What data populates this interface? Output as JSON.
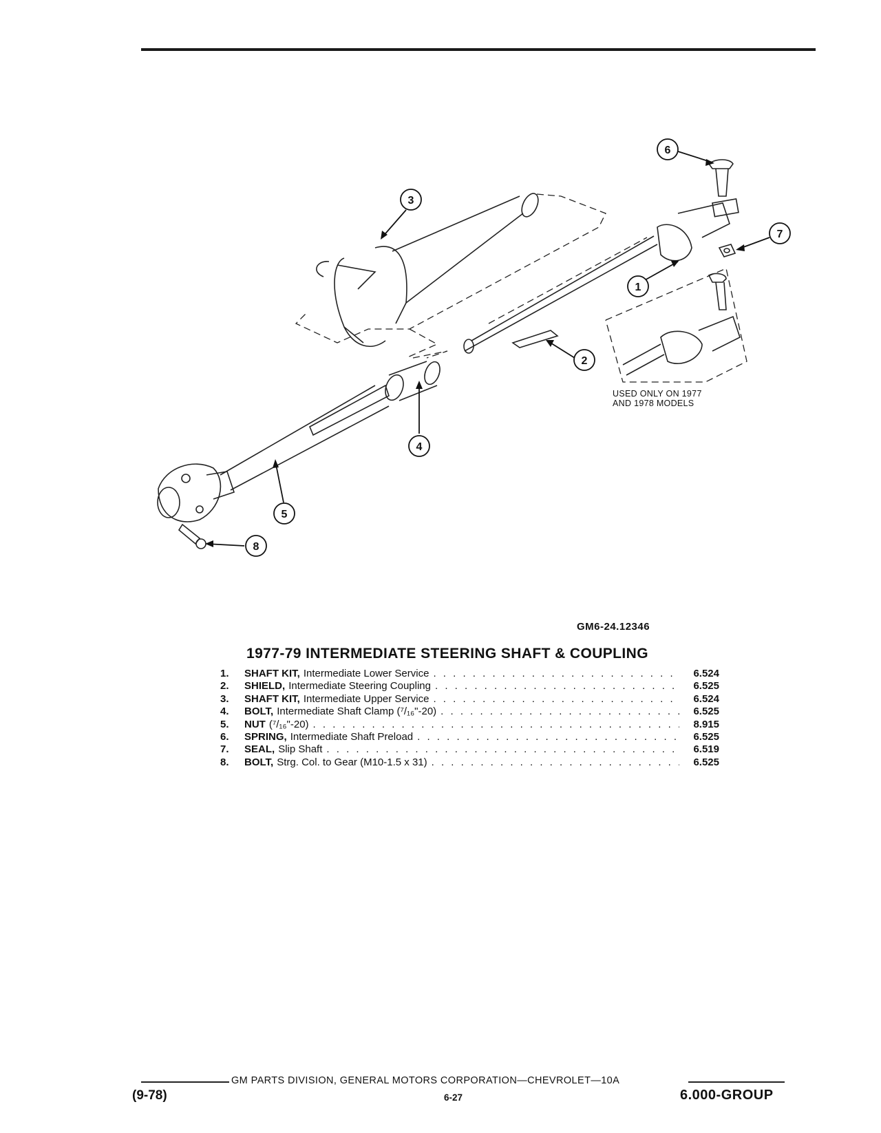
{
  "diagram": {
    "callouts": [
      "1",
      "2",
      "3",
      "4",
      "5",
      "6",
      "7",
      "8"
    ],
    "note": "USED ONLY ON 1977\nAND 1978 MODELS",
    "figure_code": "GM6-24.12346"
  },
  "section_title": "1977-79 INTERMEDIATE STEERING SHAFT & COUPLING",
  "parts": [
    {
      "num": "1.",
      "name": "SHAFT KIT,",
      "desc": "Intermediate Lower Service",
      "group": "6.524"
    },
    {
      "num": "2.",
      "name": "SHIELD,",
      "desc": "Intermediate Steering Coupling",
      "group": "6.525"
    },
    {
      "num": "3.",
      "name": "SHAFT KIT,",
      "desc": "Intermediate Upper Service",
      "group": "6.524"
    },
    {
      "num": "4.",
      "name": "BOLT,",
      "desc": "Intermediate Shaft Clamp (⁷/₁₆\"-20)",
      "group": "6.525"
    },
    {
      "num": "5.",
      "name": "NUT",
      "desc": "(⁷/₁₆\"-20)",
      "group": "8.915"
    },
    {
      "num": "6.",
      "name": "SPRING,",
      "desc": "Intermediate Shaft Preload",
      "group": "6.525"
    },
    {
      "num": "7.",
      "name": "SEAL,",
      "desc": "Slip Shaft",
      "group": "6.519"
    },
    {
      "num": "8.",
      "name": "BOLT,",
      "desc": "Strg. Col. to Gear (M10-1.5 x 31)",
      "group": "6.525"
    }
  ],
  "footer": {
    "corporation": "GM PARTS DIVISION, GENERAL MOTORS CORPORATION—CHEVROLET—10A",
    "date": "(9-78)",
    "page": "6-27",
    "group": "6.000-GROUP"
  }
}
